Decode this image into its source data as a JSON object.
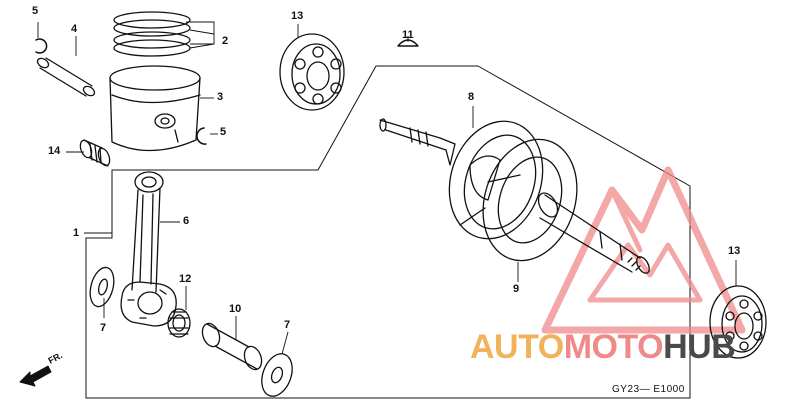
{
  "callouts": {
    "c1": "1",
    "c2": "2",
    "c3": "3",
    "c4": "4",
    "c5a": "5",
    "c5b": "5",
    "c6": "6",
    "c7a": "7",
    "c7b": "7",
    "c8": "8",
    "c9": "9",
    "c10": "10",
    "c11": "11",
    "c12": "12",
    "c13a": "13",
    "c13b": "13",
    "c14": "14"
  },
  "direction_marker": "FR.",
  "diagram_code": "GY23— E1000",
  "watermark": {
    "part1": "AUTO",
    "part2": "MOTO",
    "part3": "HUB",
    "color_orange": "#f2b25a",
    "color_red": "#f08a8a",
    "color_dark": "#4a4a4a"
  }
}
